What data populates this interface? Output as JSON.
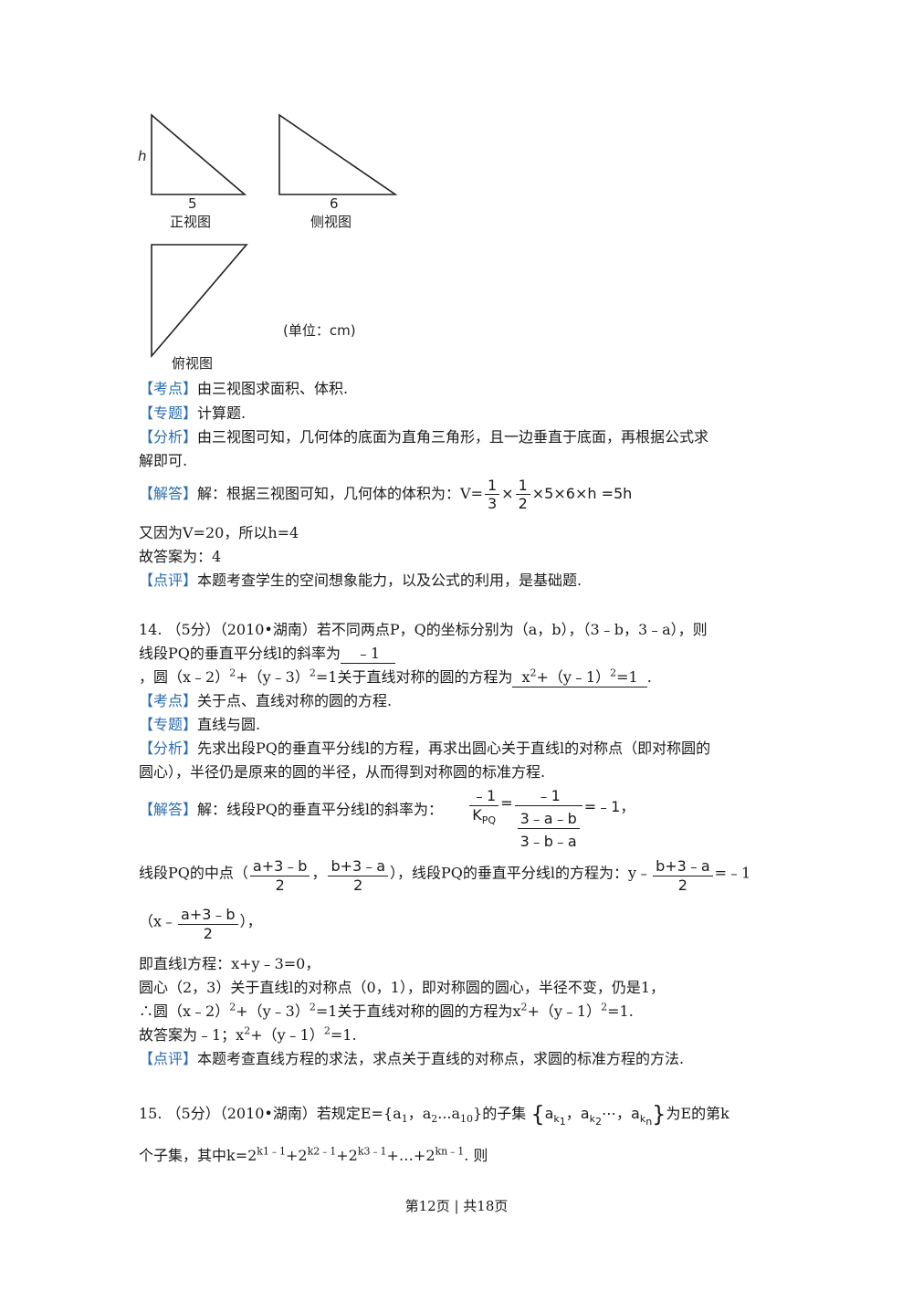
{
  "figure": {
    "front_h": "h",
    "front_base": "5",
    "front_caption": "正视图",
    "side_base": "6",
    "side_caption": "侧视图",
    "top_caption": "俯视图",
    "unit": "(单位：cm)"
  },
  "q13": {
    "kaodian_tag": "【考点】",
    "kaodian": "由三视图求面积、体积.",
    "zhuanti_tag": "【专题】",
    "zhuanti": "计算题.",
    "fenxi_tag": "【分析】",
    "fenxi_1": "由三视图可知，几何体的底面为直角三角形，且一边垂直于底面，再根据公式求",
    "fenxi_2": "解即可.",
    "jieda_tag": "【解答】",
    "jieda_intro": "解：根据三视图可知，几何体的体积为：V=",
    "f1_num": "1",
    "f1_den": "3",
    "times1": "×",
    "f2_num": "1",
    "f2_den": "2",
    "jieda_tail": "×5×6×h =5h",
    "line2": "又因为V=20，所以h=4",
    "line3": "故答案为：4",
    "dianping_tag": "【点评】",
    "dianping": "本题考查学生的空间想象能力，以及公式的利用，是基础题."
  },
  "q14": {
    "head_1": "14. （5分）（2010•湖南）若不同两点P，Q的坐标分别为（a，b），（3﹣b，3﹣a），则",
    "head_2a": "线段PQ的垂直平分线l的斜率为",
    "ans1": "﹣1",
    "head_3a": "，圆（x﹣2）",
    "head_3b": "+（y﹣3）",
    "head_3c": "=1关于直线对称的圆的方程为",
    "ans2a": "x",
    "ans2b": "+（y﹣1）",
    "ans2c": "=1",
    "head_3d": ".",
    "sup2": "2",
    "kaodian_tag": "【考点】",
    "kaodian": "关于点、直线对称的圆的方程.",
    "zhuanti_tag": "【专题】",
    "zhuanti": "直线与圆.",
    "fenxi_tag": "【分析】",
    "fenxi_1": "先求出段PQ的垂直平分线l的方程，再求出圆心关于直线l的对称点（即对称圆的",
    "fenxi_2": "圆心），半径仍是原来的圆的半径，从而得到对称圆的标准方程.",
    "jieda_tag": "【解答】",
    "jieda_intro": "解：线段PQ的垂直平分线l的斜率为：",
    "k_num": "﹣1",
    "k_den": "K",
    "k_sub": "PQ",
    "eq": "=",
    "big_num": "﹣1",
    "inner_num": "3﹣a﹣b",
    "inner_den": "3﹣b﹣a",
    "slope_tail": "=﹣1，",
    "mid_intro": "线段PQ的中点（",
    "mid_x_num": "a+3﹣b",
    "mid_den": "2",
    "mid_comma": "，",
    "mid_y_num": "b+3﹣a",
    "mid_tail": "），线段PQ的垂直平分线l的方程为：y﹣",
    "eq_num": "b+3﹣a",
    "eq_tail": "=﹣1",
    "eq2_head": "（x﹣",
    "eq2_num": "a+3﹣b",
    "eq2_tail": "），",
    "l1": "即直线l方程：x+y﹣3=0，",
    "l2": "圆心（2，3）关于直线l的对称点（0，1），即对称圆的圆心，半径不变，仍是1，",
    "l3a": "∴圆（x﹣2）",
    "l3b": "+（y﹣3）",
    "l3c": "=1关于直线对称的圆的方程为x",
    "l3d": "+（y﹣1）",
    "l3e": "=1.",
    "l4a": "故答案为﹣1；x",
    "l4b": "+（y﹣1）",
    "l4c": "=1.",
    "dianping_tag": "【点评】",
    "dianping": "本题考查直线方程的求法，求点关于直线的对称点，求圆的标准方程的方法."
  },
  "q15": {
    "head_a": "15. （5分）（2010•湖南）若规定E={a",
    "s1": "1",
    "head_b": "，a",
    "s2": "2",
    "head_c": "...a",
    "s10": "10",
    "head_d": "}的子集",
    "set_a": "a",
    "k1": "k",
    "k1s": "1",
    "set_sep1": "，",
    "k2s": "2",
    "dots": "⋯，",
    "kns": "n",
    "head_e": "为E的第k",
    "line2a": "个子集，其中k=2",
    "e1": "k1﹣1",
    "line2b": "+2",
    "e2": "k2﹣1",
    "line2c": "+2",
    "e3": "k3﹣1",
    "line2d": "+…+2",
    "e4": "kn﹣1",
    "line2e": ". 则"
  },
  "footer": "第12页 | 共18页"
}
